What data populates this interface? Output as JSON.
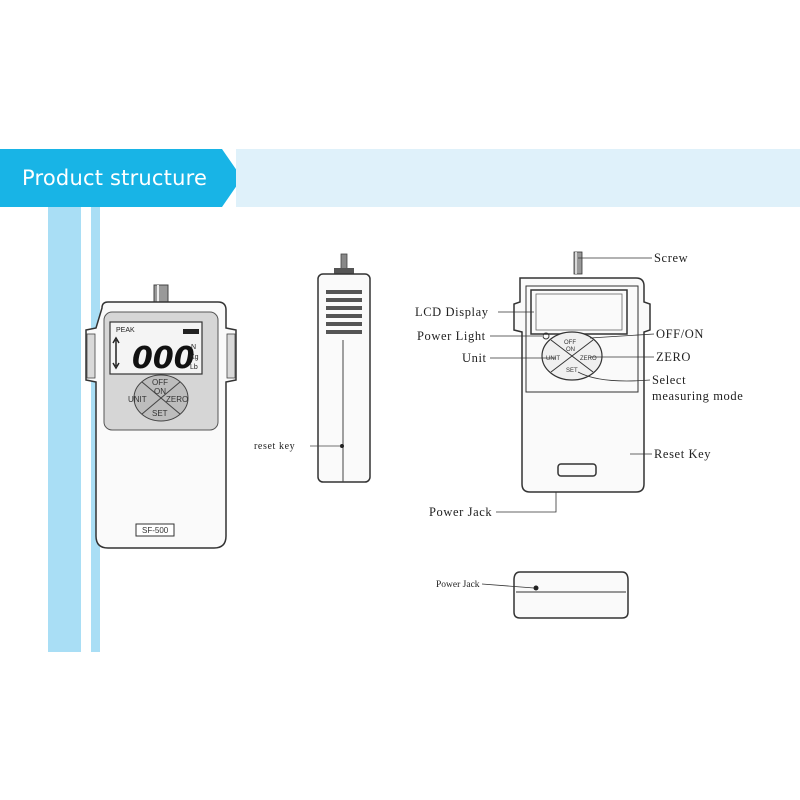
{
  "header": {
    "title": "Product structure"
  },
  "colors": {
    "banner_dark": "#18b4e6",
    "banner_light": "#dff1fa",
    "stripe": "#8fd3f1"
  },
  "front_view": {
    "display": {
      "peak": "PEAK",
      "digits": "000",
      "units": [
        "N",
        "Kg",
        "Lb"
      ]
    },
    "buttons": {
      "off": "OFF",
      "on": "ON",
      "unit": "UNIT",
      "zero": "ZERO",
      "set": "SET"
    },
    "model": "SF-500"
  },
  "side_view": {
    "reset_key_label": "reset key"
  },
  "diagram_view": {
    "labels": {
      "screw": "Screw",
      "lcd_display": "LCD Display",
      "power_light": "Power Light",
      "unit": "Unit",
      "off_on": "OFF/ON",
      "zero": "ZERO",
      "select_1": "Select",
      "select_2": "measuring mode",
      "reset_key": "Reset Key",
      "power_jack": "Power Jack"
    },
    "buttons": {
      "off": "OFF",
      "on": "ON",
      "unit": "UNIT",
      "zero": "ZERO",
      "set": "SET"
    }
  },
  "bottom_view": {
    "power_jack_label": "Power Jack"
  }
}
